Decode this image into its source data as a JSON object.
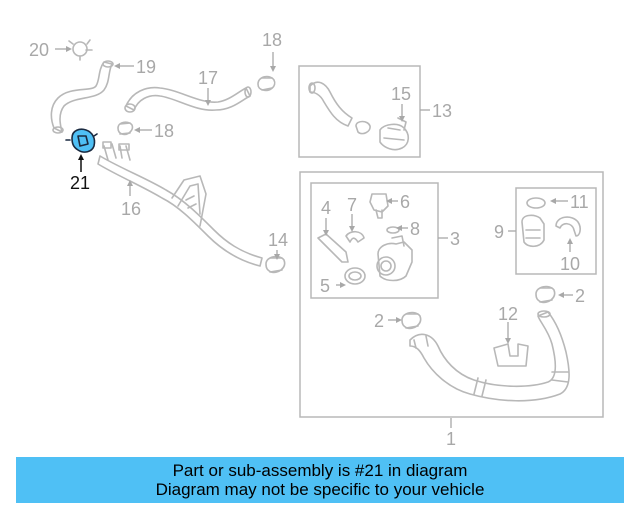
{
  "diagram": {
    "callouts": {
      "c1": "1",
      "c2a": "2",
      "c2b": "2",
      "c3": "3",
      "c4": "4",
      "c5": "5",
      "c6": "6",
      "c7": "7",
      "c8": "8",
      "c9": "9",
      "c10": "10",
      "c11": "11",
      "c12": "12",
      "c13": "13",
      "c14": "14",
      "c15": "15",
      "c16": "16",
      "c17": "17",
      "c18a": "18",
      "c18b": "18",
      "c19": "19",
      "c20": "20",
      "c21": "21"
    },
    "highlighted_part": "21",
    "highlight_color": "#4fc0f5",
    "line_color": "#b8b8b8"
  },
  "banner": {
    "line1": "Part or sub-assembly is #21 in diagram",
    "line2": "Diagram may not be specific to your vehicle",
    "background": "#4fc0f5"
  }
}
